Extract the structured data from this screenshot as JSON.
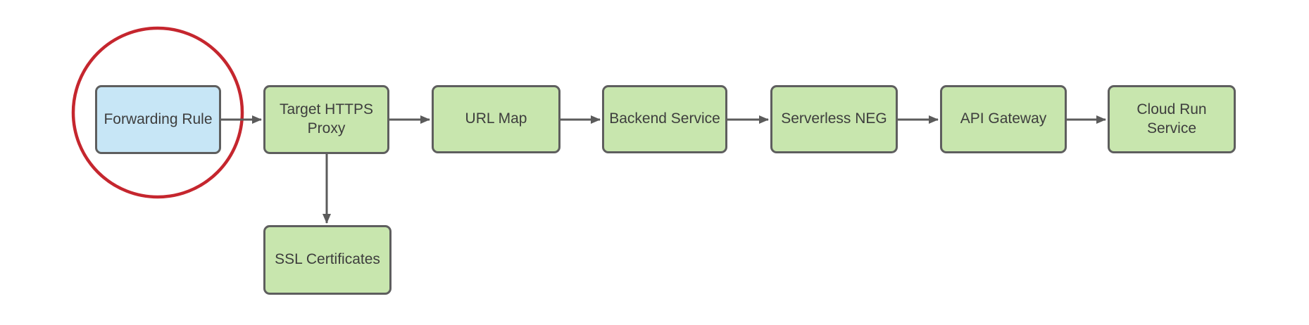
{
  "diagram": {
    "nodes": [
      {
        "id": "forwarding-rule",
        "label": "Forwarding Rule",
        "fill_color": "#c7e6f6",
        "highlighted": true
      },
      {
        "id": "target-https-proxy",
        "label": "Target HTTPS Proxy",
        "fill_color": "#c8e6ae",
        "highlighted": false
      },
      {
        "id": "url-map",
        "label": "URL Map",
        "fill_color": "#c8e6ae",
        "highlighted": false
      },
      {
        "id": "backend-service",
        "label": "Backend Service",
        "fill_color": "#c8e6ae",
        "highlighted": false
      },
      {
        "id": "serverless-neg",
        "label": "Serverless NEG",
        "fill_color": "#c8e6ae",
        "highlighted": false
      },
      {
        "id": "api-gateway",
        "label": "API Gateway",
        "fill_color": "#c8e6ae",
        "highlighted": false
      },
      {
        "id": "cloud-run-service",
        "label": "Cloud Run Service",
        "fill_color": "#c8e6ae",
        "highlighted": false
      },
      {
        "id": "ssl-certificates",
        "label": "SSL Certificates",
        "fill_color": "#c8e6ae",
        "highlighted": false
      }
    ],
    "edges": [
      {
        "from": "forwarding-rule",
        "to": "target-https-proxy",
        "direction": "right"
      },
      {
        "from": "target-https-proxy",
        "to": "url-map",
        "direction": "right"
      },
      {
        "from": "url-map",
        "to": "backend-service",
        "direction": "right"
      },
      {
        "from": "backend-service",
        "to": "serverless-neg",
        "direction": "right"
      },
      {
        "from": "serverless-neg",
        "to": "api-gateway",
        "direction": "right"
      },
      {
        "from": "api-gateway",
        "to": "cloud-run-service",
        "direction": "right"
      },
      {
        "from": "target-https-proxy",
        "to": "ssl-certificates",
        "direction": "down"
      }
    ],
    "highlight": {
      "shape": "ellipse",
      "around": "forwarding-rule",
      "color": "#c5262e"
    }
  },
  "colors": {
    "background": "#ffffff",
    "box_stroke": "#5e5e5e",
    "arrow": "#5b5b5b",
    "text": "#3d3d3d",
    "node_green": "#c8e6ae",
    "node_blue": "#c7e6f6",
    "highlight": "#c5262e"
  }
}
